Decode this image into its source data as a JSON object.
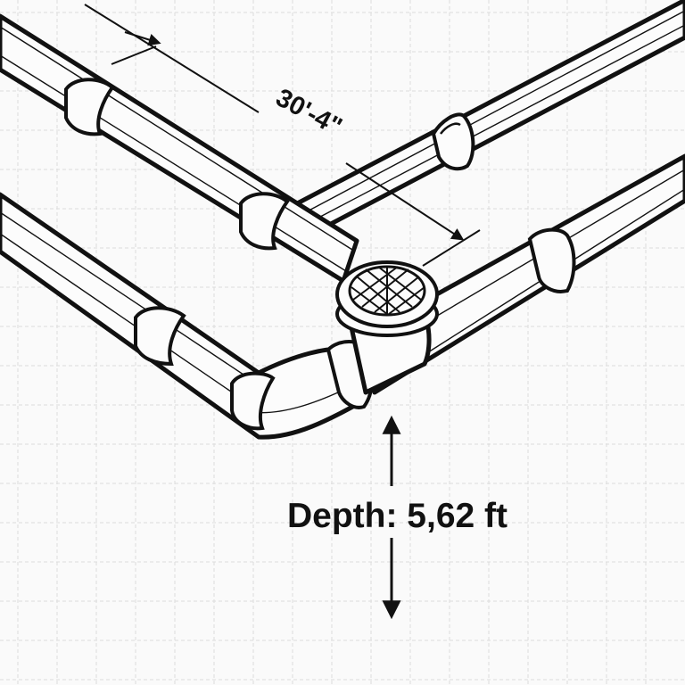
{
  "diagram": {
    "type": "isometric pipe layout drawing",
    "background_color": "#fafafa",
    "grid_color": "#dcdcdc",
    "line_color": "#111111",
    "dimensions": {
      "length_label": "30'-4\"",
      "depth_label": "Depth: 5,62 ft"
    },
    "components": [
      {
        "name": "upper-left pipe run",
        "kind": "pipe"
      },
      {
        "name": "upper-right pipe run",
        "kind": "pipe"
      },
      {
        "name": "lower-left pipe run",
        "kind": "pipe"
      },
      {
        "name": "lower-right pipe run",
        "kind": "pipe"
      },
      {
        "name": "90-degree elbow",
        "kind": "fitting"
      },
      {
        "name": "floor drain with grate",
        "kind": "drain"
      },
      {
        "name": "tee fitting",
        "kind": "fitting"
      }
    ]
  }
}
